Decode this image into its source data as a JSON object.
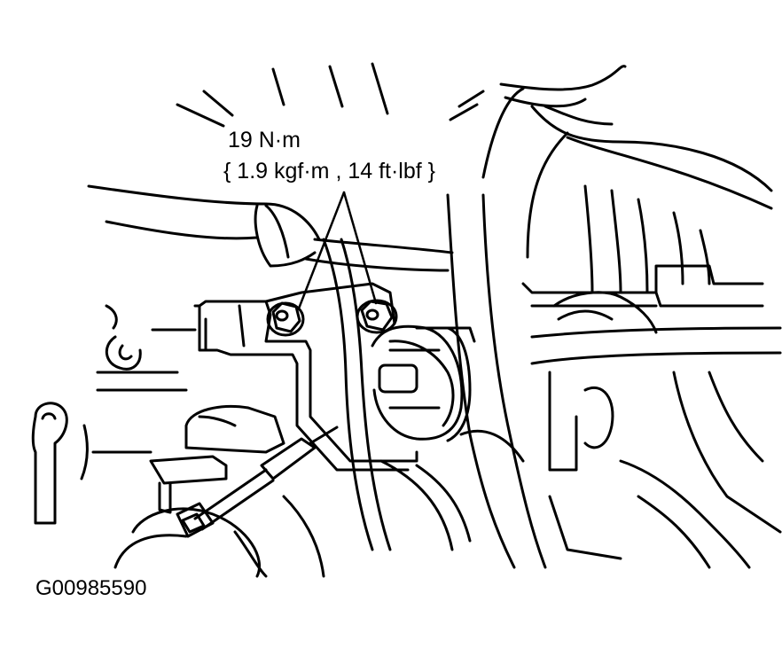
{
  "torque": {
    "line1": "19 N·m",
    "line2": "{ 1.9 kgf·m , 14 ft·lbf }"
  },
  "figure": {
    "code": "G00985590"
  },
  "colors": {
    "ink": "#000000",
    "paper": "#ffffff"
  }
}
